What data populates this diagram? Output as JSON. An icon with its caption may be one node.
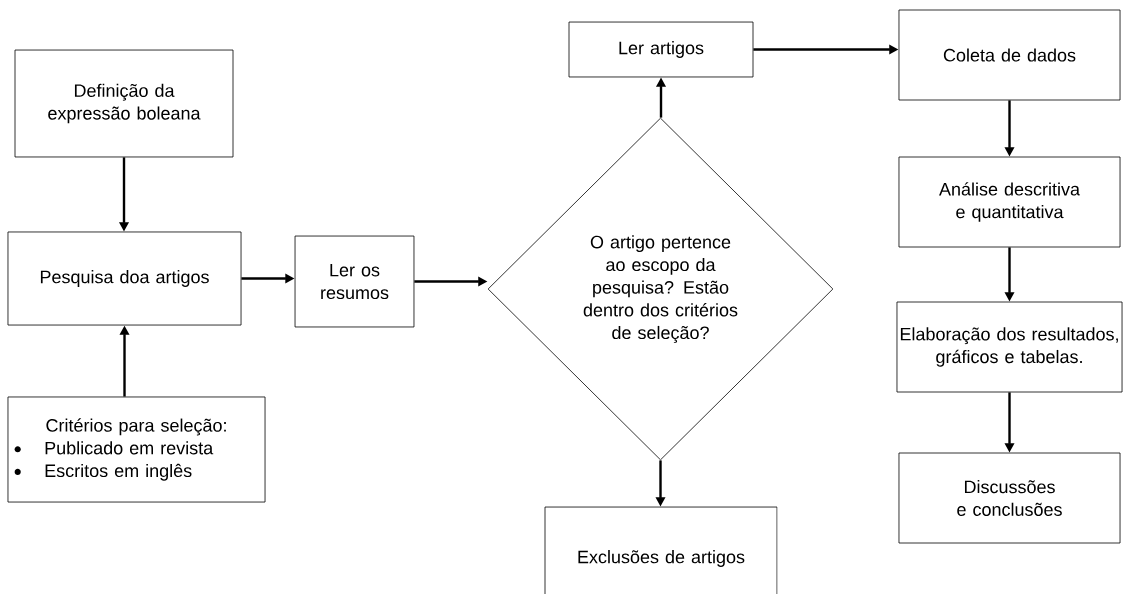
{
  "diagram": {
    "nodes": [
      {
        "text": [
          "Definição da expressão boleana"
        ]
      },
      {
        "text": [
          "Pesquisa doa artigos"
        ]
      },
      {
        "text": [
          "Critérios para seleção:",
          "Publicado em revista",
          "Escritos em inglês"
        ]
      },
      {
        "text": [
          "Ler os resumos"
        ]
      },
      {
        "text": [
          "O artigo pertence ao escopo da pesquisa? Estão dentro dos critérios de seleção?"
        ]
      },
      {
        "text": [
          "Ler artigos"
        ]
      },
      {
        "text": [
          "Exclusões de artigos"
        ]
      },
      {
        "text": [
          "Coleta de dados"
        ]
      },
      {
        "text": [
          "Análise descritiva e quantitativa"
        ]
      },
      {
        "text": [
          "Elaboração dos resultados, gráficos e tabelas."
        ]
      },
      {
        "text": [
          "Discussões e conclusões"
        ]
      }
    ],
    "edges": [
      {
        "from": 0,
        "to": 1,
        "arrow": "to"
      },
      {
        "from": 2,
        "to": 1,
        "arrow": "to"
      },
      {
        "from": 1,
        "to": 3,
        "arrow": "to"
      },
      {
        "from": 3,
        "to": 4,
        "arrow": "to"
      },
      {
        "from": 4,
        "to": 5,
        "arrow": "to"
      },
      {
        "from": 4,
        "to": 6,
        "arrow": "to"
      },
      {
        "from": 5,
        "to": 7,
        "arrow": "to"
      },
      {
        "from": 7,
        "to": 8,
        "arrow": "to"
      },
      {
        "from": 8,
        "to": 9,
        "arrow": "to"
      },
      {
        "from": 9,
        "to": 10,
        "arrow": "to"
      }
    ]
  }
}
